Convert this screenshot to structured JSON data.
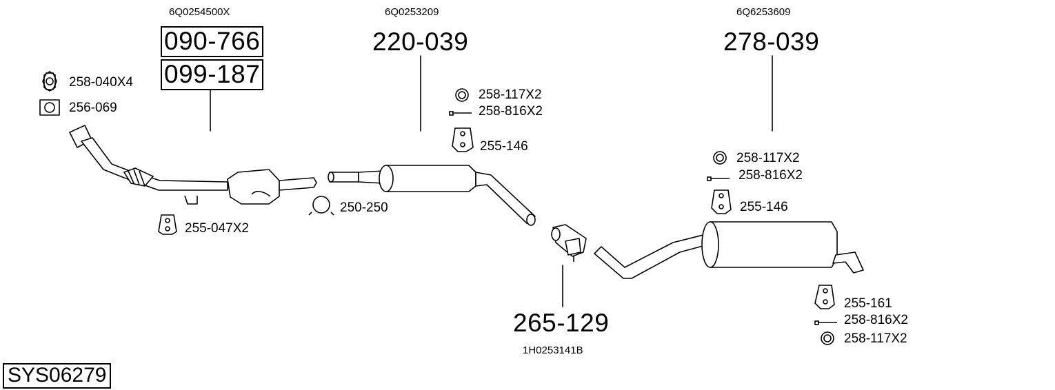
{
  "diagram": {
    "system_code": "SYS06279",
    "sections": [
      {
        "oem": "6Q0254500X",
        "parts": [
          "090-766",
          "099-187"
        ]
      },
      {
        "oem": "6Q0253209",
        "parts": [
          "220-039"
        ]
      },
      {
        "oem": "6Q6253609",
        "parts": [
          "278-039"
        ]
      },
      {
        "oem": "1H0253141B",
        "parts": [
          "265-129"
        ]
      }
    ],
    "small_parts": [
      "258-040X4",
      "256-069",
      "255-047X2",
      "250-250",
      "258-117X2",
      "258-816X2",
      "255-146",
      "258-117X2",
      "258-816X2",
      "255-146",
      "255-161",
      "258-816X2",
      "258-117X2"
    ],
    "colors": {
      "line": "#000000",
      "background": "#ffffff"
    }
  }
}
